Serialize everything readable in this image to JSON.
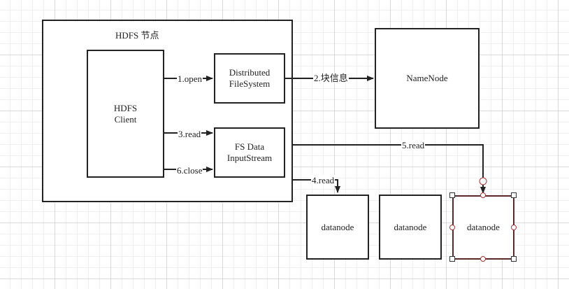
{
  "container": {
    "title": "HDFS 节点"
  },
  "nodes": {
    "client": "HDFS\n Client",
    "dfs": "Distributed\nFileSystem",
    "namenode": "NameNode",
    "fsdata": "FS Data\nInputStream",
    "datanode1": "datanode",
    "datanode2": "datanode",
    "datanode3": "datanode"
  },
  "edges": {
    "open": "1.open",
    "block_info": "2.块信息",
    "read3": "3.read",
    "read4": "4.read",
    "read5": "5.read",
    "close": "6.close"
  },
  "colors": {
    "line": "#222222",
    "selection_border": "#5a2a2a",
    "handle_circle": "#aa3333"
  }
}
